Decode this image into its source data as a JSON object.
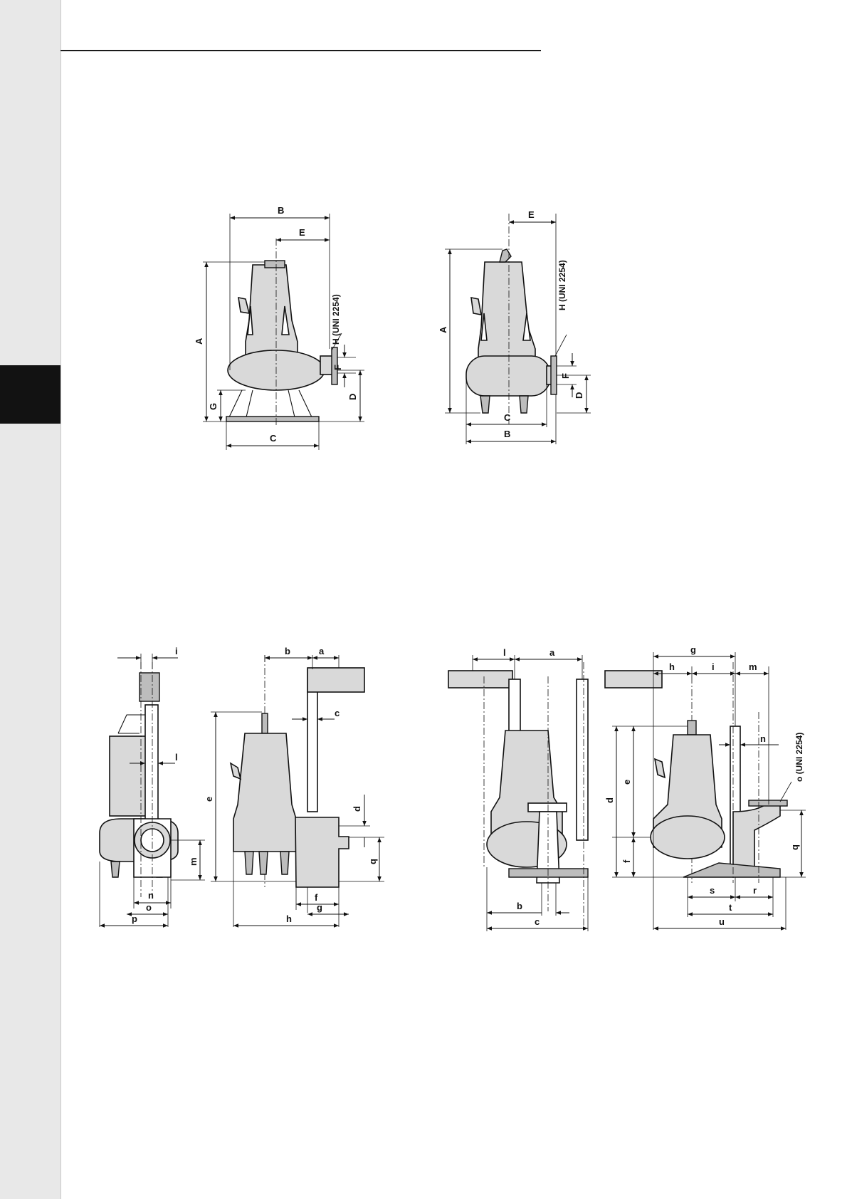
{
  "page": {
    "sidebar_color": "#e8e8e8",
    "tab_color": "#121212"
  },
  "figure1": {
    "B": "B",
    "E": "E",
    "A": "A",
    "G": "G",
    "C": "C",
    "D": "D",
    "F": "F",
    "H_label": "H (UNI 2254)"
  },
  "figure2": {
    "E": "E",
    "A": "A",
    "C": "C",
    "B": "B",
    "D": "D",
    "F": "F",
    "H_label": "H (UNI 2254)"
  },
  "figure3": {
    "i": "i",
    "l": "l",
    "m": "m",
    "n": "n",
    "o": "o",
    "p": "p",
    "b": "b",
    "a": "a",
    "c": "c",
    "e": "e",
    "d": "d",
    "q": "q",
    "f": "f",
    "g": "g",
    "h": "h"
  },
  "figure4": {
    "l": "l",
    "a": "a",
    "b": "b",
    "c": "c"
  },
  "figure5": {
    "g": "g",
    "h": "h",
    "i": "i",
    "m": "m",
    "n": "n",
    "o_label": "o (UNI 2254)",
    "d": "d",
    "e": "e",
    "f": "f",
    "q": "q",
    "s": "s",
    "r": "r",
    "t": "t",
    "u": "u"
  }
}
